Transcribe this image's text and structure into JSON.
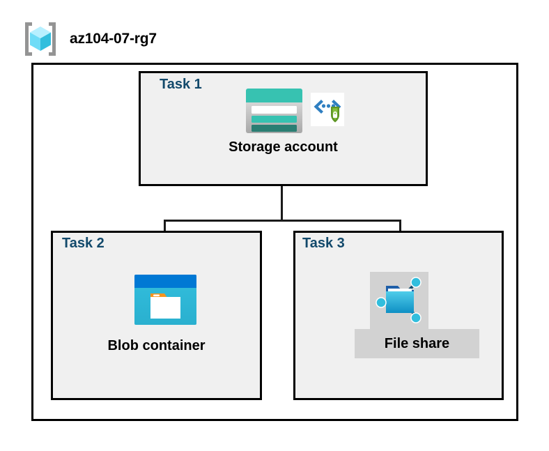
{
  "header": {
    "resource_group_name": "az104-07-rg7",
    "icon": "resource-group-icon"
  },
  "diagram": {
    "type": "azure-architecture",
    "container_label": "az104-07-rg7",
    "tasks": [
      {
        "id": "task1",
        "label": "Task 1",
        "resource_label": "Storage account",
        "icons": [
          "storage-account-icon",
          "secure-transfer-badge-icon"
        ]
      },
      {
        "id": "task2",
        "label": "Task 2",
        "resource_label": "Blob container",
        "icons": [
          "blob-container-icon"
        ]
      },
      {
        "id": "task3",
        "label": "Task 3",
        "resource_label": "File share",
        "icons": [
          "file-share-icon"
        ]
      }
    ],
    "connections": [
      {
        "from": "task1",
        "to": "task2"
      },
      {
        "from": "task1",
        "to": "task3"
      }
    ]
  },
  "colors": {
    "task_label": "#12496b",
    "resource_label": "#000000",
    "box_border": "#000000",
    "box_fill": "#f0f0f0",
    "page_background": "#ffffff",
    "connector": "#1a1a1a",
    "selection_highlight": "#d2d2d2",
    "storage_teal": "#37c2b1",
    "storage_teal_dark": "#2a7e73",
    "blob_blue": "#0078d4",
    "blob_cyan": "#32bedd",
    "blob_orange": "#f7941e",
    "fileshare_blue": "#32bedd",
    "shield_green": "#5e9624",
    "bracket_gray": "#949494",
    "cube_cyan": "#9cebff"
  }
}
